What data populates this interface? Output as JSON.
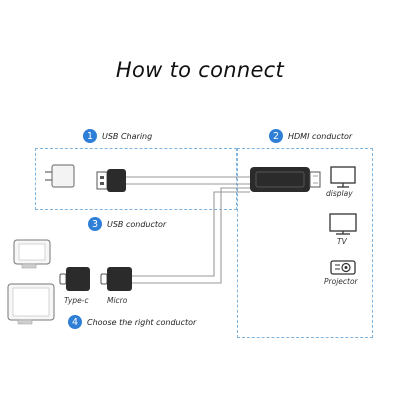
{
  "title": "How to connect",
  "steps": [
    {
      "number": "1",
      "label": "USB Charing"
    },
    {
      "number": "2",
      "label": "HDMI conductor"
    },
    {
      "number": "3",
      "label": "USB conductor"
    },
    {
      "number": "4",
      "label": "Choose the right conductor"
    }
  ],
  "connectors": {
    "type_c": "Type-c",
    "micro": "Micro"
  },
  "outputs": {
    "display": "display",
    "tv": "TV",
    "projector": "Projector"
  },
  "colors": {
    "accent": "#2f7fd6",
    "dotted_border": "#7fb2dd",
    "cable": "#9a9a9a"
  }
}
